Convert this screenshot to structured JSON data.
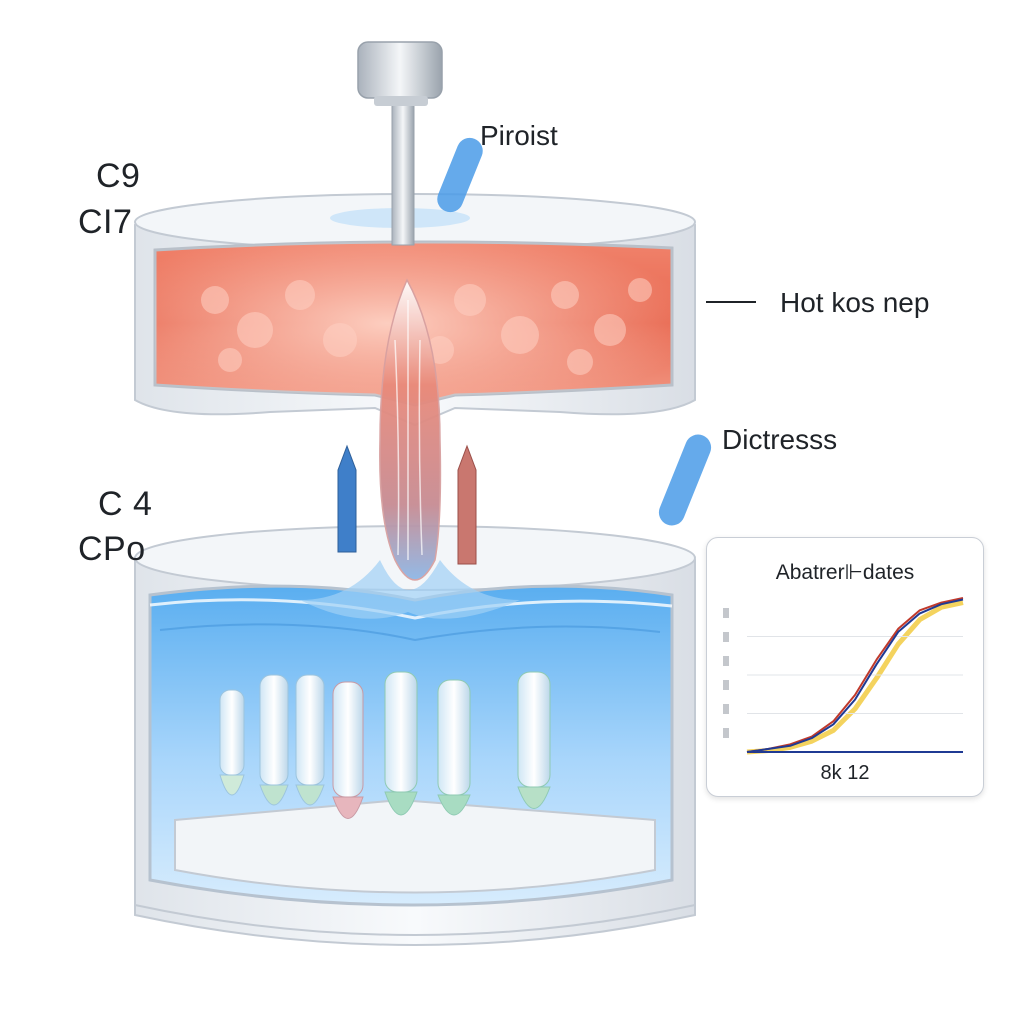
{
  "labels": {
    "top_left_1": "C9",
    "top_left_2": "CI7",
    "bottom_left_1": "C 4",
    "bottom_left_2": "CPo",
    "piston": "Piroist",
    "hot": "Hot kos nep",
    "distress": "Dictresss"
  },
  "inset": {
    "title": "Abatrer⊩dates",
    "xlabel": "8k 12"
  },
  "chart_data": {
    "type": "line",
    "title": "Abatrer⊩dates",
    "xlabel": "8k 12",
    "ylabel": "",
    "x": [
      0,
      0.1,
      0.2,
      0.3,
      0.4,
      0.5,
      0.6,
      0.7,
      0.8,
      0.9,
      1.0
    ],
    "xlim": [
      0,
      1
    ],
    "ylim": [
      0,
      1
    ],
    "grid": true,
    "series": [
      {
        "color": "#c0392b",
        "values": [
          0.0,
          0.02,
          0.05,
          0.1,
          0.2,
          0.37,
          0.6,
          0.8,
          0.92,
          0.97,
          1.0
        ]
      },
      {
        "color": "#1f3a93",
        "values": [
          0.0,
          0.02,
          0.04,
          0.09,
          0.18,
          0.34,
          0.57,
          0.78,
          0.9,
          0.96,
          0.99
        ]
      },
      {
        "color": "#f4d35e",
        "values": [
          0.0,
          0.01,
          0.03,
          0.07,
          0.14,
          0.28,
          0.48,
          0.7,
          0.86,
          0.94,
          0.97
        ]
      }
    ]
  },
  "colors": {
    "hot_chamber": "#e8674f",
    "cold_chamber": "#4fa3e8",
    "frame": "#e9edf2",
    "accent_blue": "#4a90e2",
    "accent_red": "#c0392b"
  }
}
